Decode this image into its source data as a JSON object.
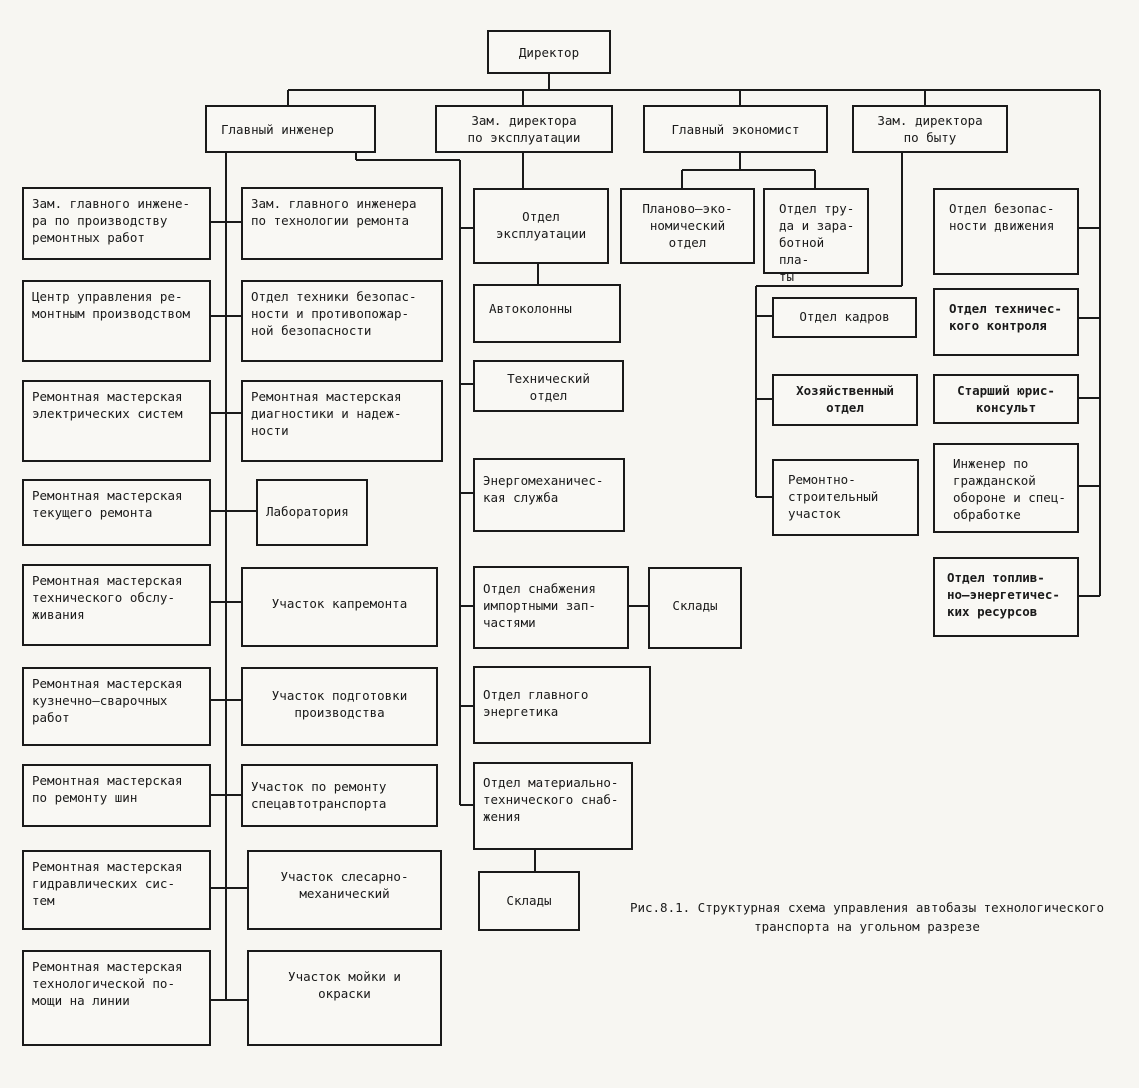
{
  "top": {
    "director": "Директор"
  },
  "deputies": {
    "chief_engineer": "Главный инженер",
    "deputy_operations": "Зам. директора\nпо эксплуатации",
    "chief_economist": "Главный экономист",
    "deputy_household": "Зам. директора\nпо быту"
  },
  "engineer_left": [
    "Зам. главного инжене-\nра по производству\nремонтных работ",
    "Центр управления ре-\nмонтным производством",
    "Ремонтная мастерская\nэлектрических систем",
    "Ремонтная мастерская\nтекущего ремонта",
    "Ремонтная мастерская\nтехнического обслу-\nживания",
    "Ремонтная мастерская\nкузнечно–сварочных\nработ",
    "Ремонтная мастерская\nпо ремонту шин",
    "Ремонтная мастерская\nгидравлических сис-\nтем",
    "Ремонтная мастерская\nтехнологической по-\nмощи на линии"
  ],
  "engineer_right": [
    "Зам. главного инженера\nпо технологии ремонта",
    "Отдел техники безопас-\nности и противопожар-\nной безопасности",
    "Ремонтная мастерская\nдиагностики и надеж-\nности",
    "Лаборатория",
    "Участок капремонта",
    "Участок подготовки\nпроизводства",
    "Участок по ремонту\nспецавтотранспорта",
    "Участок слесарно-\nмеханический",
    "Участок мойки и\nокраски"
  ],
  "operations": [
    "Отдел\nэксплуатации",
    "Автоколонны",
    "Технический\nотдел",
    "Энергомеханичес-\nкая служба",
    "Отдел снабжения\nимпортными зап-\nчастями",
    "Отдел главного\nэнергетика",
    "Отдел материально-\nтехнического снаб-\nжения"
  ],
  "warehouses_upper": "Склады",
  "warehouses_lower": "Склады",
  "economist": [
    "Планово–эко-\nномический\nотдел",
    "Отдел тру-\nда и зара-\nботной пла-\nты"
  ],
  "household": [
    "Отдел кадров",
    "Хозяйственный\nотдел",
    "Ремонтно-\nстроительный\nучасток"
  ],
  "director_direct": [
    "Отдел безопас-\nности движения",
    "Отдел техничес-\nкого контроля",
    "Старший юрис-\nконсульт",
    "Инженер по\nгражданской\nобороне и спец-\nобработке",
    "Отдел топлив-\nно–энергетичес-\nких ресурсов"
  ],
  "caption": "Рис.8.1. Структурная схема управления автобазы технологического\nтранспорта на угольном разрезе"
}
